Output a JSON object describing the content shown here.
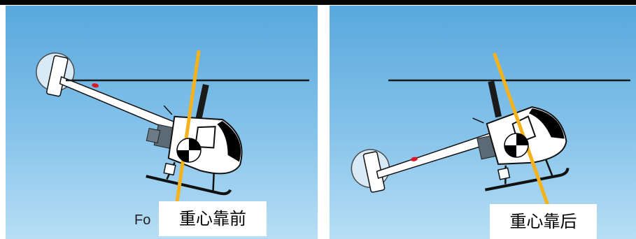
{
  "panels": [
    {
      "id": "left",
      "hidden_caption": "Fo",
      "label": "重心靠前"
    },
    {
      "id": "right",
      "label": "重心靠后"
    }
  ],
  "colors": {
    "sky_top": "#58a8dd",
    "sky_bottom": "#b7def5",
    "cg_line": "#f5b21b",
    "body": "#ffffff",
    "outline": "#111111",
    "cockpit": "#000000",
    "engine": "#5c6a76",
    "beacon": "#d8182b"
  },
  "icons": [
    "helicopter-icon",
    "center-of-gravity-marker-icon"
  ]
}
